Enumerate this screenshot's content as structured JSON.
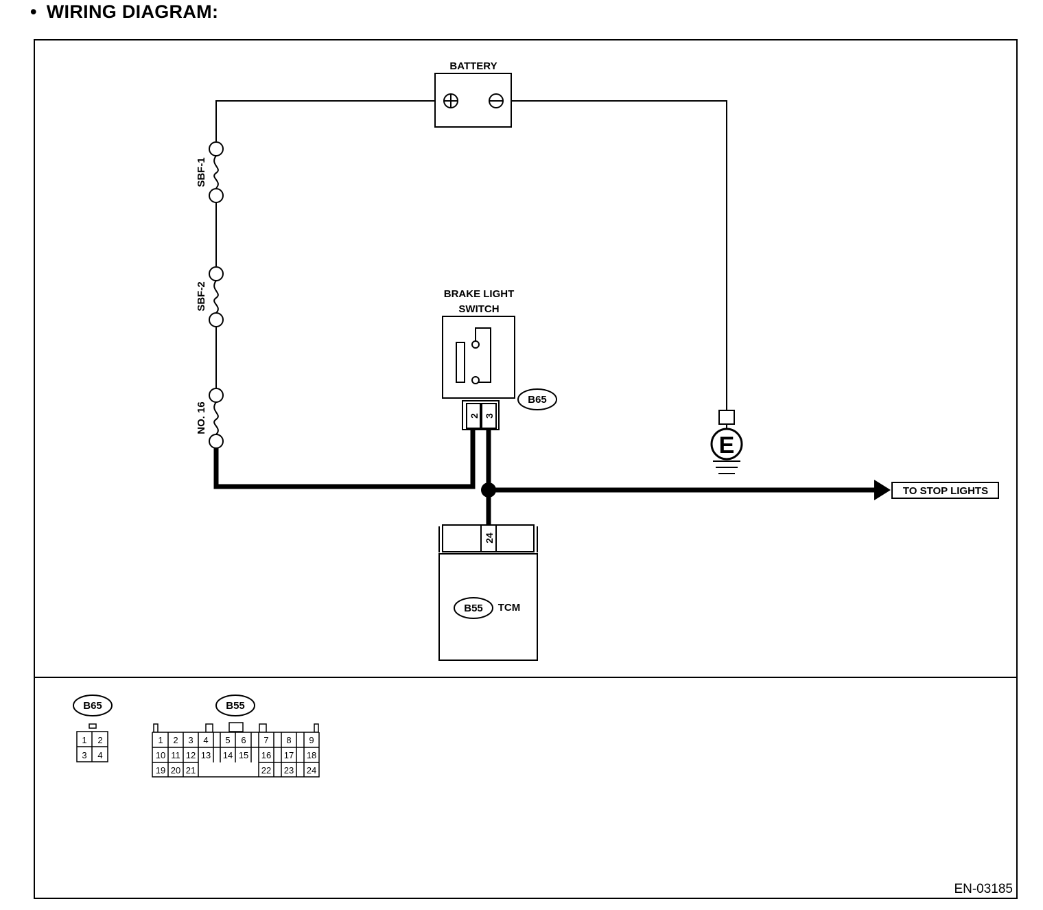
{
  "page": {
    "bullet": "•",
    "title": "WIRING DIAGRAM:",
    "code": "EN-03185"
  },
  "components": {
    "battery": "BATTERY",
    "battery_plus": "⊕",
    "battery_minus": "⊖",
    "brake_switch_line1": "BRAKE LIGHT",
    "brake_switch_line2": "SWITCH",
    "tcm": "TCM",
    "ground": "E",
    "to_stop_lights": "TO STOP LIGHTS"
  },
  "fuses": [
    "SBF-1",
    "SBF-2",
    "NO. 16"
  ],
  "connectors": {
    "switch_connector": "B65",
    "tcm_connector": "B55",
    "switch_pins": [
      "2",
      "3"
    ],
    "tcm_pin": "24"
  },
  "connector_views": {
    "b65": {
      "name": "B65",
      "rows": [
        [
          "1",
          "2"
        ],
        [
          "3",
          "4"
        ]
      ]
    },
    "b55": {
      "name": "B55",
      "row1": [
        "1",
        "2",
        "3",
        "4",
        "5",
        "6",
        "7",
        "8",
        "9"
      ],
      "row2": [
        "10",
        "11",
        "12",
        "13",
        "14",
        "15",
        "16",
        "17",
        "18"
      ],
      "row3": [
        "19",
        "20",
        "21",
        "22",
        "23",
        "24"
      ]
    }
  }
}
